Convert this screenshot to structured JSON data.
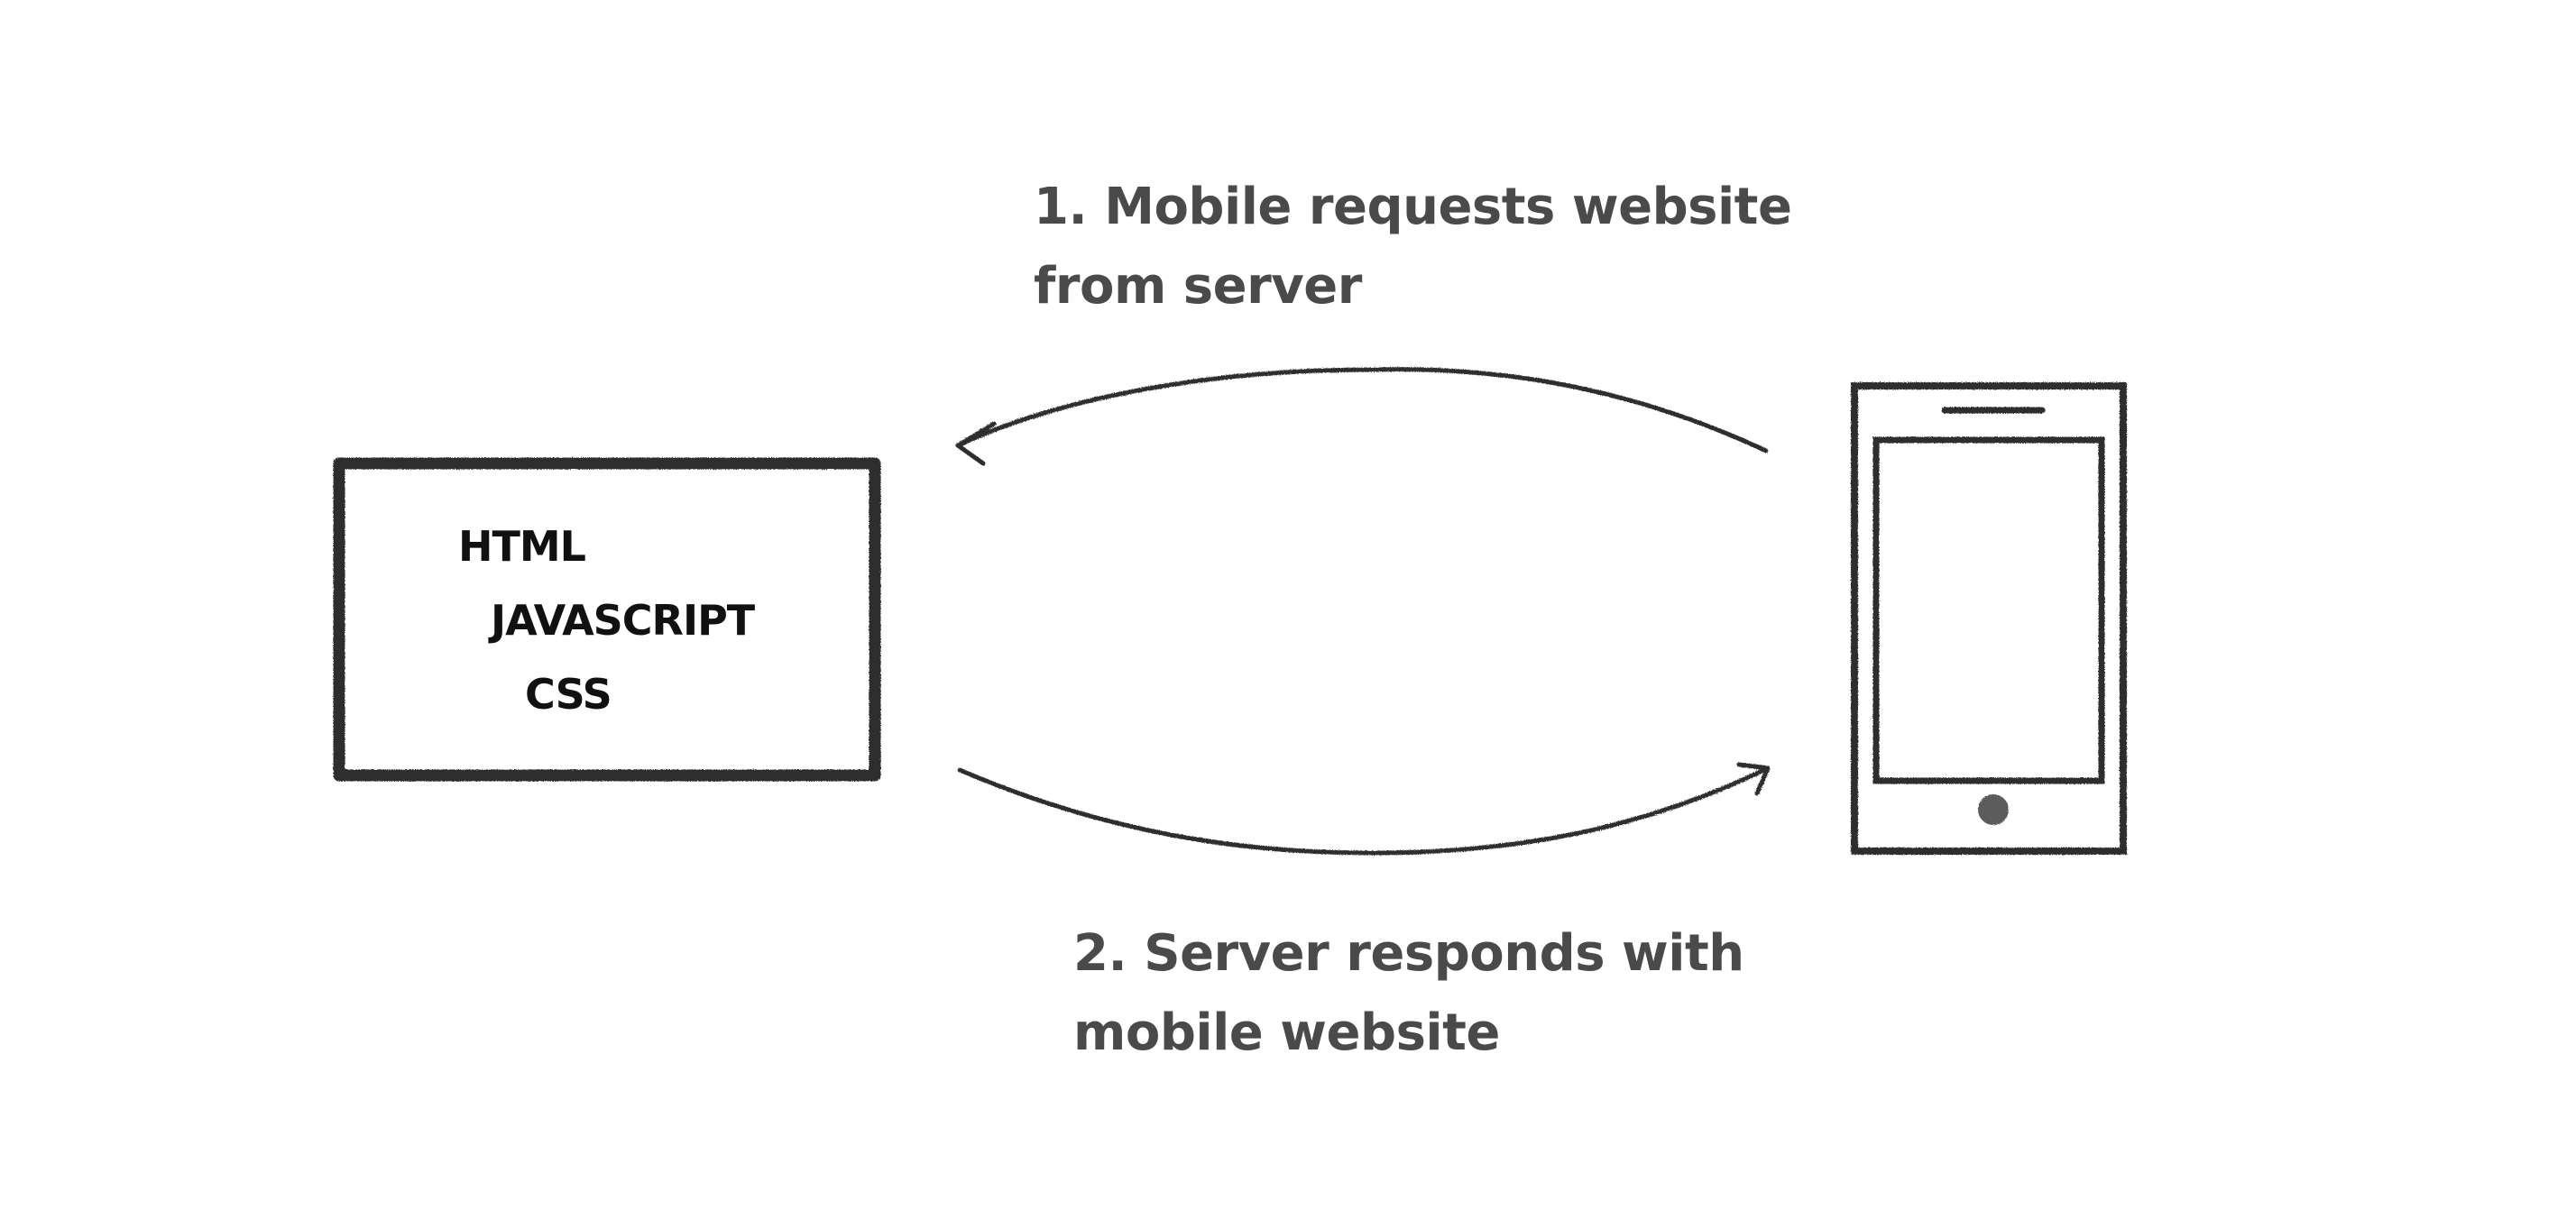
{
  "captions": {
    "request": {
      "line1": "1. Mobile requests website",
      "line2": "from server"
    },
    "response": {
      "line1": "2. Server responds with",
      "line2": "mobile website"
    }
  },
  "server": {
    "items": [
      "HTML",
      "JAVASCRIPT",
      "CSS"
    ]
  },
  "colors": {
    "caption_text": "#4a4a4a",
    "server_text": "#111111",
    "stroke": "#2e2e2e",
    "home_button": "#5c5c5c",
    "background": "#ffffff"
  },
  "icons": {
    "server": "server-box-icon",
    "phone": "mobile-phone-icon",
    "request_arrow": "arrow-left-curved-icon",
    "response_arrow": "arrow-right-curved-icon"
  }
}
